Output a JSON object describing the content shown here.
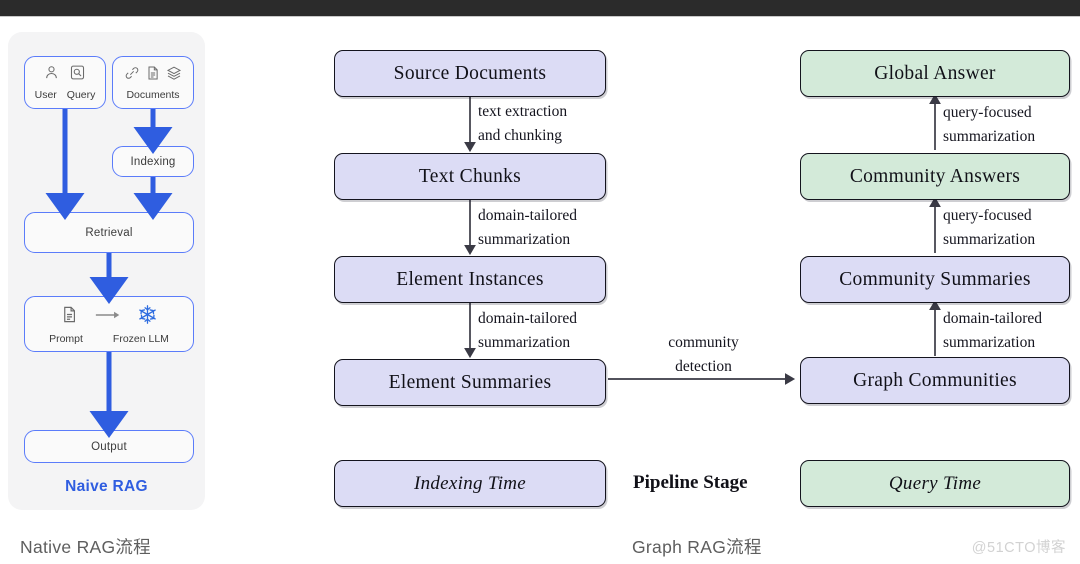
{
  "topbar": {
    "present": true,
    "color": "#2b2b2b"
  },
  "colors": {
    "lavender_fill": "#dcdcf5",
    "green_fill": "#d3ead9",
    "box_border": "#14141e",
    "naive_blue": "#2f5de0",
    "panel_bg": "#f4f4f5",
    "caption_gray": "#5e5e5e"
  },
  "left_panel": {
    "title": "Naive RAG",
    "user_query_box": {
      "icons": [
        "user-icon",
        "query-icon"
      ],
      "labels": [
        "User",
        "Query"
      ]
    },
    "documents_box": {
      "icons": [
        "link-icon",
        "document-icon",
        "layers-icon"
      ],
      "label": "Documents"
    },
    "indexing_box": {
      "label": "Indexing"
    },
    "retrieval_box": {
      "label": "Retrieval"
    },
    "prompt_llm_box": {
      "icons": [
        "document-icon",
        "arrow-right-icon",
        "snowflake-icon"
      ],
      "labels": [
        "Prompt",
        "Frozen LLM"
      ]
    },
    "output_box": {
      "label": "Output"
    }
  },
  "flow": {
    "indexing_column": [
      {
        "id": "source-documents",
        "label": "Source Documents",
        "fill": "lavender"
      },
      {
        "id": "text-chunks",
        "label": "Text Chunks",
        "fill": "lavender"
      },
      {
        "id": "element-instances",
        "label": "Element Instances",
        "fill": "lavender"
      },
      {
        "id": "element-summaries",
        "label": "Element Summaries",
        "fill": "lavender"
      }
    ],
    "indexing_edges": [
      {
        "id": "edge-extraction",
        "line1": "text extraction",
        "line2": "and chunking"
      },
      {
        "id": "edge-summ-1",
        "line1": "domain-tailored",
        "line2": "summarization"
      },
      {
        "id": "edge-summ-2",
        "line1": "domain-tailored",
        "line2": "summarization"
      }
    ],
    "query_column": [
      {
        "id": "global-answer",
        "label": "Global Answer",
        "fill": "green"
      },
      {
        "id": "community-answers",
        "label": "Community Answers",
        "fill": "green"
      },
      {
        "id": "community-summaries",
        "label": "Community Summaries",
        "fill": "lavender"
      },
      {
        "id": "graph-communities",
        "label": "Graph Communities",
        "fill": "lavender"
      }
    ],
    "query_edges": [
      {
        "id": "edge-qf-1",
        "line1": "query-focused",
        "line2": "summarization"
      },
      {
        "id": "edge-qf-2",
        "line1": "query-focused",
        "line2": "summarization"
      },
      {
        "id": "edge-dt-3",
        "line1": "domain-tailored",
        "line2": "summarization"
      }
    ],
    "bridge_edge": {
      "id": "edge-community-detection",
      "line1": "community",
      "line2": "detection"
    },
    "legend": {
      "indexing_time": "Indexing Time",
      "pipeline_stage": "Pipeline Stage",
      "query_time": "Query Time"
    }
  },
  "captions": {
    "left": "Native RAG流程",
    "right": "Graph RAG流程",
    "watermark": "@51CTO博客"
  }
}
